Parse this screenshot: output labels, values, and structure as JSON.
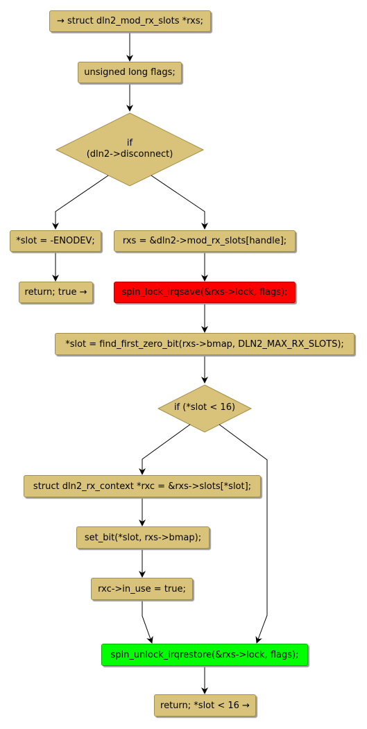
{
  "nodes": {
    "start": "→ struct dln2_mod_rx_slots *rxs;",
    "flags_decl": "unsigned long flags;",
    "if_disconnect_kw": "if",
    "if_disconnect_cond": "(dln2->disconnect)",
    "slot_enodev": "*slot = -ENODEV;",
    "return_true": "return; true →",
    "rxs_assign": "rxs = &dln2->mod_rx_slots[handle];",
    "spin_lock": "spin_lock_irqsave(&rxs->lock, flags);",
    "find_bit": "*slot = find_first_zero_bit(rxs->bmap, DLN2_MAX_RX_SLOTS);",
    "if_slot": "if (*slot < 16)",
    "rxc_decl": "struct dln2_rx_context *rxc = &rxs->slots[*slot];",
    "set_bit": "set_bit(*slot, rxs->bmap);",
    "in_use": "rxc->in_use = true;",
    "spin_unlock": "spin_unlock_irqrestore(&rxs->lock, flags);",
    "return_slot": "return; *slot < 16 →"
  },
  "colors": {
    "node_fill": "#d9c37a",
    "node_border": "#a38d4a",
    "lock_fill": "#ff0000",
    "unlock_fill": "#00ff00",
    "edge": "#000000"
  }
}
